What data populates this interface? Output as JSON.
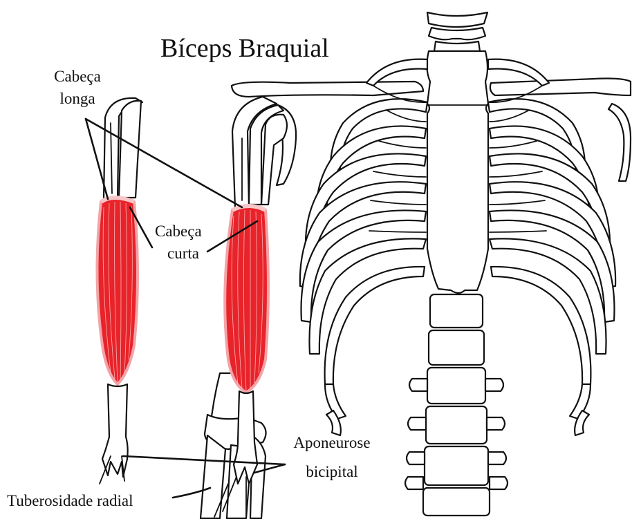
{
  "title": "Bíceps Braquial",
  "labels": {
    "long_head_line1": "Cabeça",
    "long_head_line2": "longa",
    "short_head_line1": "Cabeça",
    "short_head_line2": "curta",
    "aponeurosis_line1": "Aponeurose",
    "aponeurosis_line2": "bicipital",
    "radial_tuberosity": "Tuberosidade radial"
  },
  "colors": {
    "muscle": "#e8232a",
    "muscle_edge": "#f4a3a6",
    "line": "#111111",
    "background": "#ffffff"
  }
}
